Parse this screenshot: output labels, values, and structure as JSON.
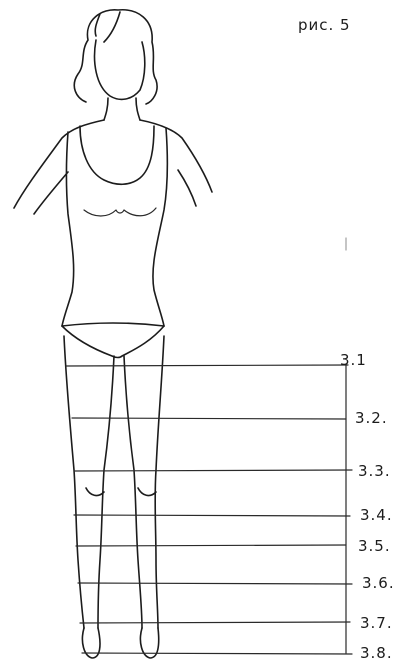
{
  "figure": {
    "caption": "рис. 5",
    "levels": [
      {
        "label": "3.1"
      },
      {
        "label": "3.2."
      },
      {
        "label": "3.3."
      },
      {
        "label": "3.4."
      },
      {
        "label": "3.5."
      },
      {
        "label": "3.6."
      },
      {
        "label": "3.7."
      },
      {
        "label": "3.8."
      }
    ]
  }
}
